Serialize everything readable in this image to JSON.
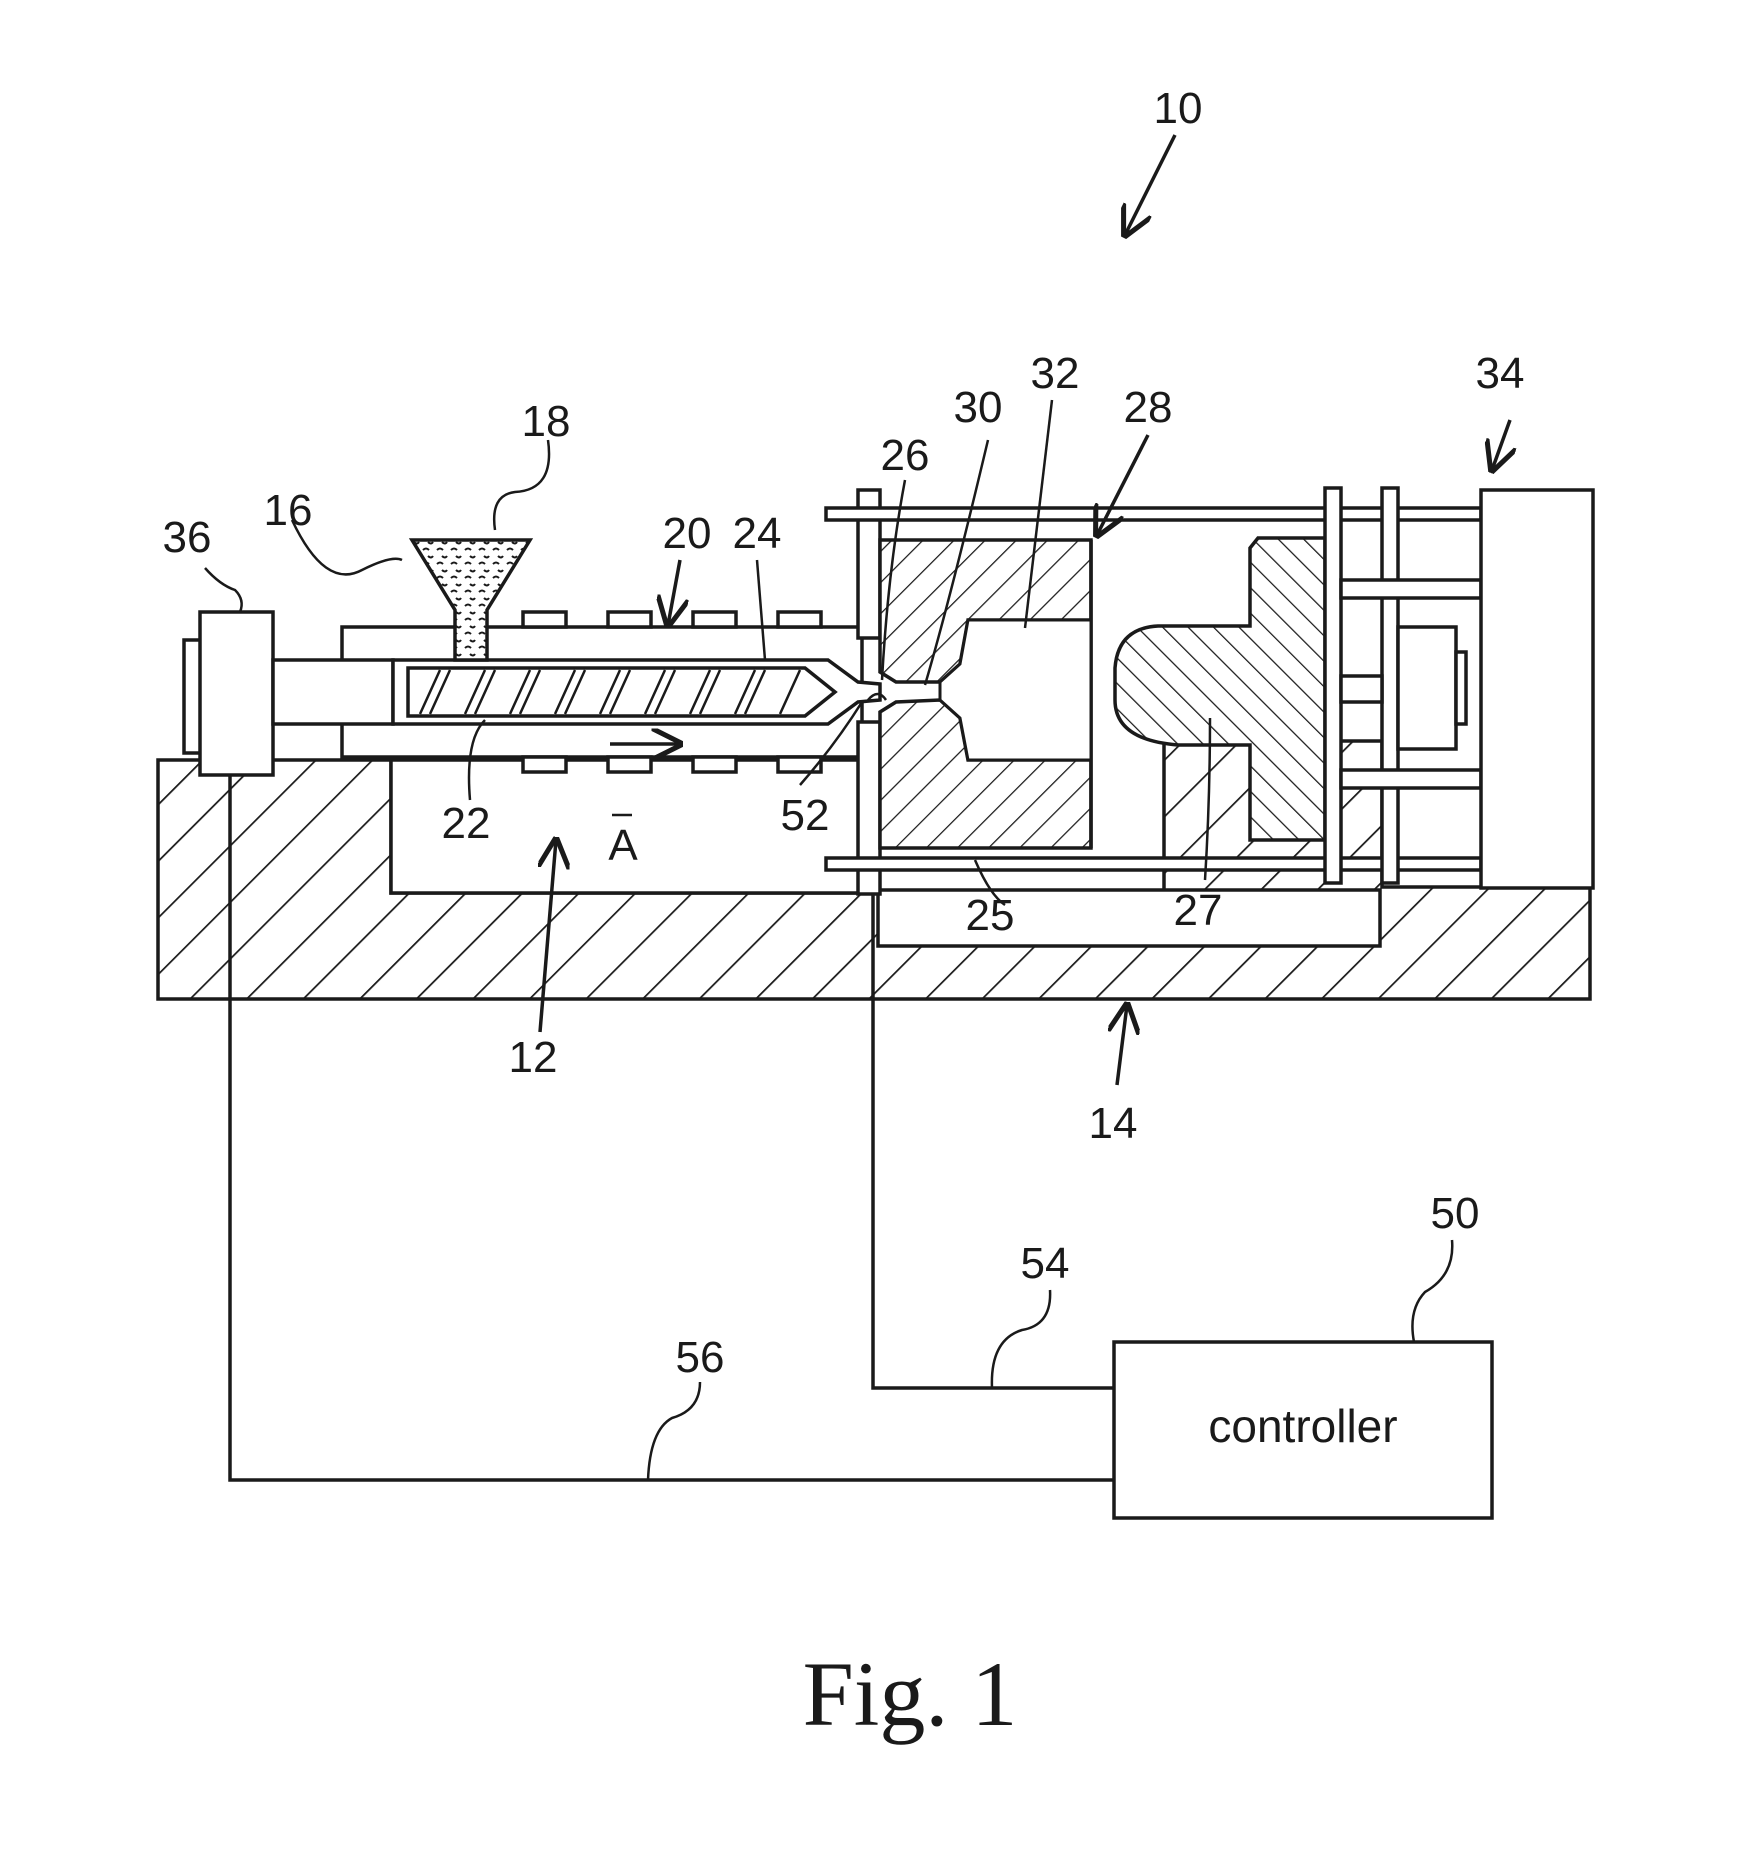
{
  "figure": {
    "caption": "Fig. 1",
    "controller_label": "controller",
    "labels": {
      "machine": "10",
      "injection_unit": "12",
      "clamping_unit": "14",
      "granules": "16",
      "hopper": "18",
      "heaters": "20",
      "screw": "22",
      "barrel": "24",
      "fixed_mold": "25",
      "nozzle": "26",
      "movable_mold": "27",
      "mold": "28",
      "gate": "30",
      "cavity": "32",
      "clamp_drive": "34",
      "injection_drive": "36",
      "controller": "50",
      "sensor": "52",
      "signal_line_54": "54",
      "signal_line_56": "56",
      "direction_arrow": "A"
    }
  }
}
